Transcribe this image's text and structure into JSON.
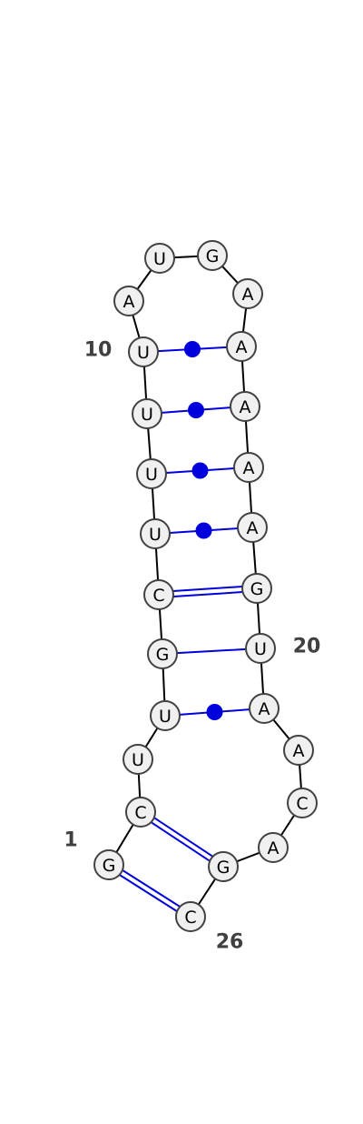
{
  "diagram": {
    "sequence": [
      "G",
      "C",
      "U",
      "U",
      "G",
      "C",
      "U",
      "U",
      "U",
      "U",
      "A",
      "U",
      "G",
      "A",
      "A",
      "A",
      "A",
      "A",
      "G",
      "U",
      "A",
      "A",
      "C",
      "A",
      "G",
      "C"
    ],
    "number_labels": [
      {
        "text": "1",
        "position": 1
      },
      {
        "text": "10",
        "position": 10
      },
      {
        "text": "20",
        "position": 20
      },
      {
        "text": "26",
        "position": 26
      }
    ],
    "pairs": [
      {
        "i": 1,
        "j": 26,
        "type": "canonical"
      },
      {
        "i": 2,
        "j": 25,
        "type": "canonical"
      },
      {
        "i": 4,
        "j": 21,
        "type": "wobble"
      },
      {
        "i": 5,
        "j": 20,
        "type": "gu"
      },
      {
        "i": 6,
        "j": 19,
        "type": "canonical"
      },
      {
        "i": 7,
        "j": 18,
        "type": "wobble"
      },
      {
        "i": 8,
        "j": 17,
        "type": "wobble"
      },
      {
        "i": 9,
        "j": 16,
        "type": "wobble"
      },
      {
        "i": 10,
        "j": 15,
        "type": "wobble"
      }
    ],
    "colors": {
      "backbone": "#000000",
      "pair": "#0000dd",
      "node_fill": "#f0f0f0",
      "node_stroke": "#424242",
      "label": "#404040"
    }
  }
}
